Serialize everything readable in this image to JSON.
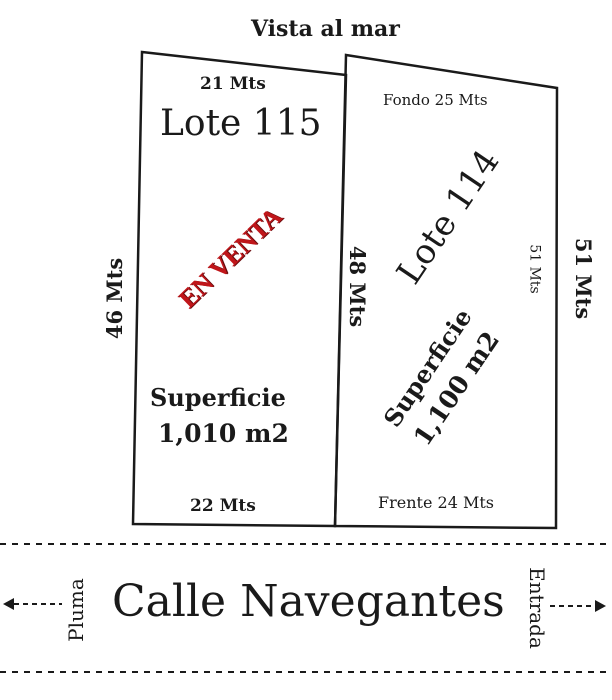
{
  "diagram": {
    "top_label": "Vista al mar",
    "lot_115": {
      "top_width": "21 Mts",
      "name": "Lote 115",
      "status": "EN VENTA",
      "left_side": "46 Mts",
      "area_title": "Superficie",
      "area_value": "1,010 m2",
      "bottom_width": "22 Mts"
    },
    "lot_114": {
      "back_width": "Fondo 25 Mts",
      "name": "Lote 114",
      "left_side": "48 Mts",
      "inner_right": "51 Mts",
      "outer_right": "51 Mts",
      "area_title": "Superficie",
      "area_value": "1,100 m2",
      "front_width": "Frente 24 Mts"
    },
    "street": {
      "name": "Calle Navegantes",
      "left_label": "Pluma",
      "right_label": "Entrada"
    },
    "colors": {
      "status_red": "#c0161a",
      "ink": "#1a1a1a"
    }
  }
}
